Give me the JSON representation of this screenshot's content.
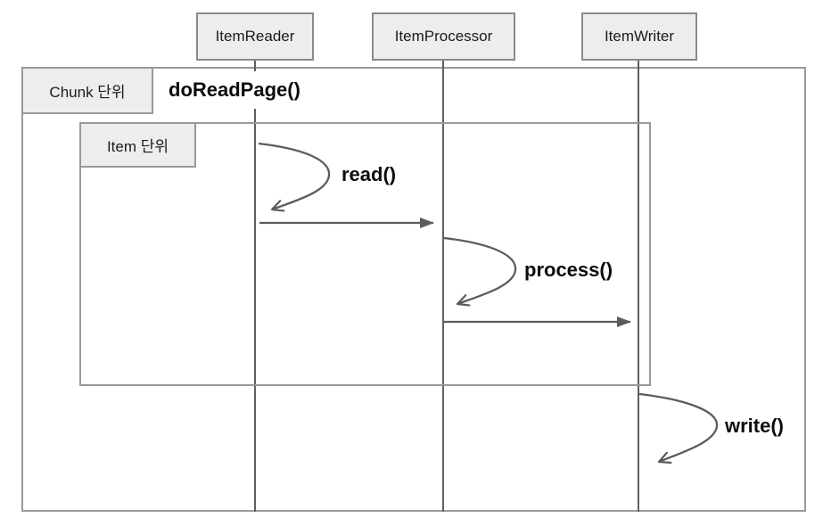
{
  "participants": [
    {
      "id": "item-reader",
      "label": "ItemReader"
    },
    {
      "id": "item-processor",
      "label": "ItemProcessor"
    },
    {
      "id": "item-writer",
      "label": "ItemWriter"
    }
  ],
  "frames": {
    "chunk": {
      "label": "Chunk 단위",
      "operation": "doReadPage()"
    },
    "item": {
      "label": "Item 단위"
    }
  },
  "messages": {
    "read": {
      "label": "read()",
      "kind": "self-call",
      "on": "ItemReader"
    },
    "reader_to_processor": {
      "kind": "message",
      "from": "ItemReader",
      "to": "ItemProcessor"
    },
    "process": {
      "label": "process()",
      "kind": "self-call",
      "on": "ItemProcessor"
    },
    "processor_to_writer": {
      "kind": "message",
      "from": "ItemProcessor",
      "to": "ItemWriter"
    },
    "write": {
      "label": "write()",
      "kind": "self-call",
      "on": "ItemWriter"
    }
  },
  "colors": {
    "background": "#ffffff",
    "participant_fill": "#ededed",
    "participant_border": "#8a8a8a",
    "frame_border": "#999999",
    "line": "#5c5c5c",
    "text": "#0c0c0c"
  }
}
